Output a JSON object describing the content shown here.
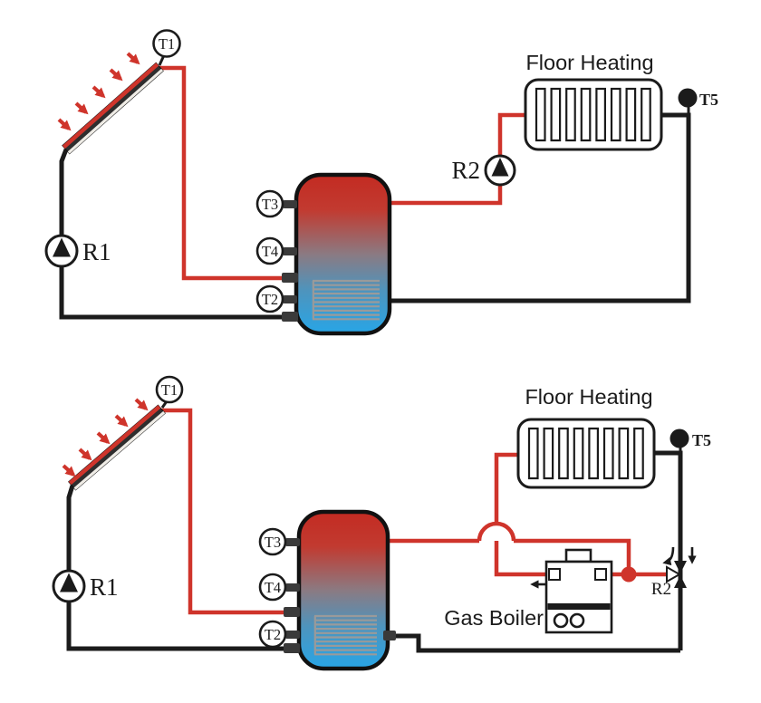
{
  "colors": {
    "hot_pipe": "#cf342b",
    "cold_pipe": "#1b1b1b",
    "tank_hot": "#c32b22",
    "tank_mid": "#8b7a82",
    "tank_cold": "#28a5e6",
    "coil": "#9a9a9a"
  },
  "diagram_top": {
    "collector_sensor": "T1",
    "solar_pump_label": "R1",
    "tank_sensor_top": "T3",
    "tank_sensor_mid": "T4",
    "tank_sensor_bottom": "T2",
    "heating_pump_label": "R2",
    "radiator_title": "Floor Heating",
    "return_sensor": "T5"
  },
  "diagram_bottom": {
    "collector_sensor": "T1",
    "solar_pump_label": "R1",
    "tank_sensor_top": "T3",
    "tank_sensor_mid": "T4",
    "tank_sensor_bottom": "T2",
    "radiator_title": "Floor Heating",
    "return_sensor": "T5",
    "boiler_label": "Gas Boiler",
    "valve_label": "R2"
  }
}
